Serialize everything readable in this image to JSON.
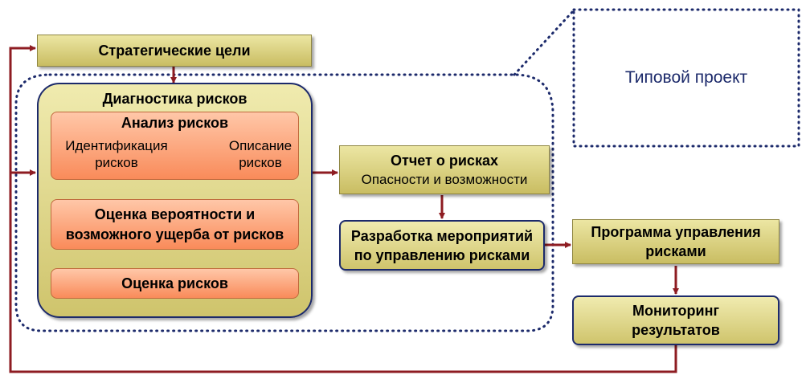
{
  "strategic_goals": "Стратегические цели",
  "diagnostics": {
    "title": "Диагностика рисков",
    "analysis": {
      "title": "Анализ рисков",
      "identification": "Идентификация рисков",
      "description": "Описание рисков"
    },
    "probability": "Оценка вероятности и возможного ущерба от рисков",
    "assessment": "Оценка рисков"
  },
  "report": {
    "title": "Отчет о рисках",
    "subtitle": "Опасности и возможности"
  },
  "measures": "Разработка мероприятий по управлению рисками",
  "program": "Программа управления рисками",
  "monitoring": "Мониторинг результатов",
  "typical_project": "Типовой проект",
  "colors": {
    "arrow": "#8e1c22",
    "dotted": "#1c2a6b",
    "olive": "#d8cf84",
    "orange": "#fba37a"
  }
}
